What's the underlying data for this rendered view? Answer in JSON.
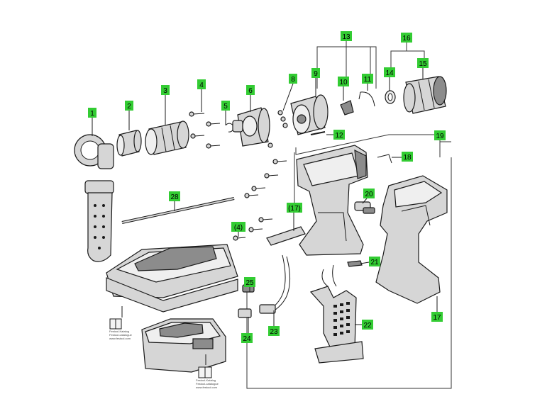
{
  "labels": {
    "l1": "1",
    "l2": "2",
    "l3": "3",
    "l4": "4",
    "l5": "5",
    "l6": "6",
    "l8": "8",
    "l9": "9",
    "l10": "10",
    "l11": "11",
    "l12": "12",
    "l13": "13",
    "l14": "14",
    "l15": "15",
    "l16": "16",
    "l17a": "(17)",
    "l17b": "17",
    "l18": "18",
    "l19": "19",
    "l20": "20",
    "l21": "21",
    "l22": "22",
    "l23": "23",
    "l24": "24",
    "l25": "25",
    "l28": "28",
    "l4b": "(4)"
  },
  "catalog": {
    "line1": "Festool-Katalog",
    "line2": "Festool-catalogue",
    "line3": "www.festool.com"
  },
  "colors": {
    "tag": "#33cc33",
    "stroke": "#1a1a1a"
  }
}
